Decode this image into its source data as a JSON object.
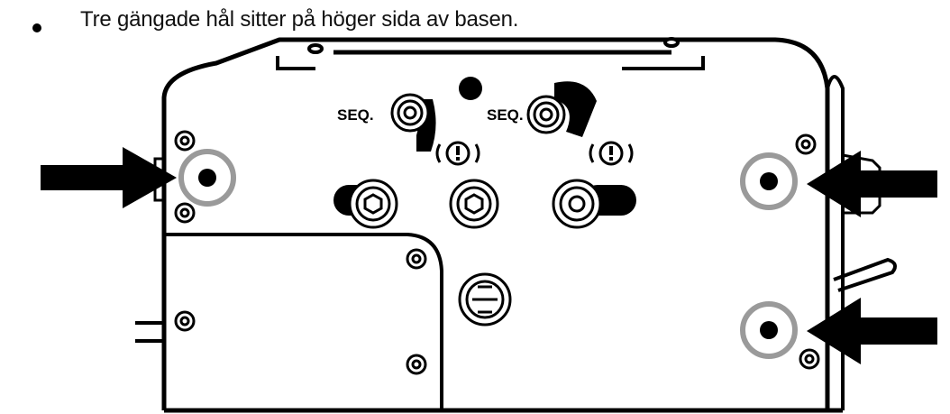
{
  "bullet": {
    "text": "Tre gängade hål sitter på höger sida av basen."
  },
  "figure": {
    "labels": {
      "seq_left": "SEQ.",
      "seq_right": "SEQ.",
      "warning_symbol": "(!)"
    },
    "highlight_color": "#9a9a9a",
    "line_color": "#000000"
  }
}
